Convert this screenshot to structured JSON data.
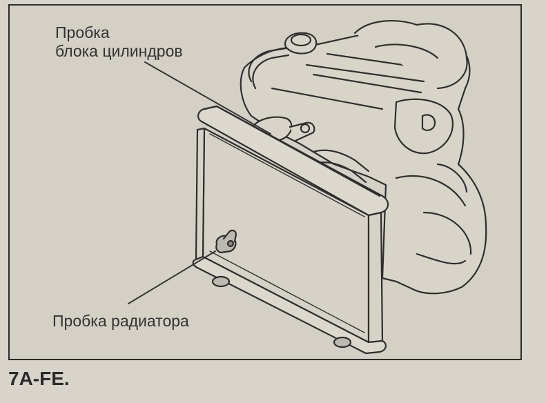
{
  "figure": {
    "callouts": {
      "engine_block_cap_line1": "Пробка",
      "engine_block_cap_line2": "блока цилиндров",
      "radiator_cap": "Пробка радиатора"
    },
    "caption": "7A-FE."
  }
}
